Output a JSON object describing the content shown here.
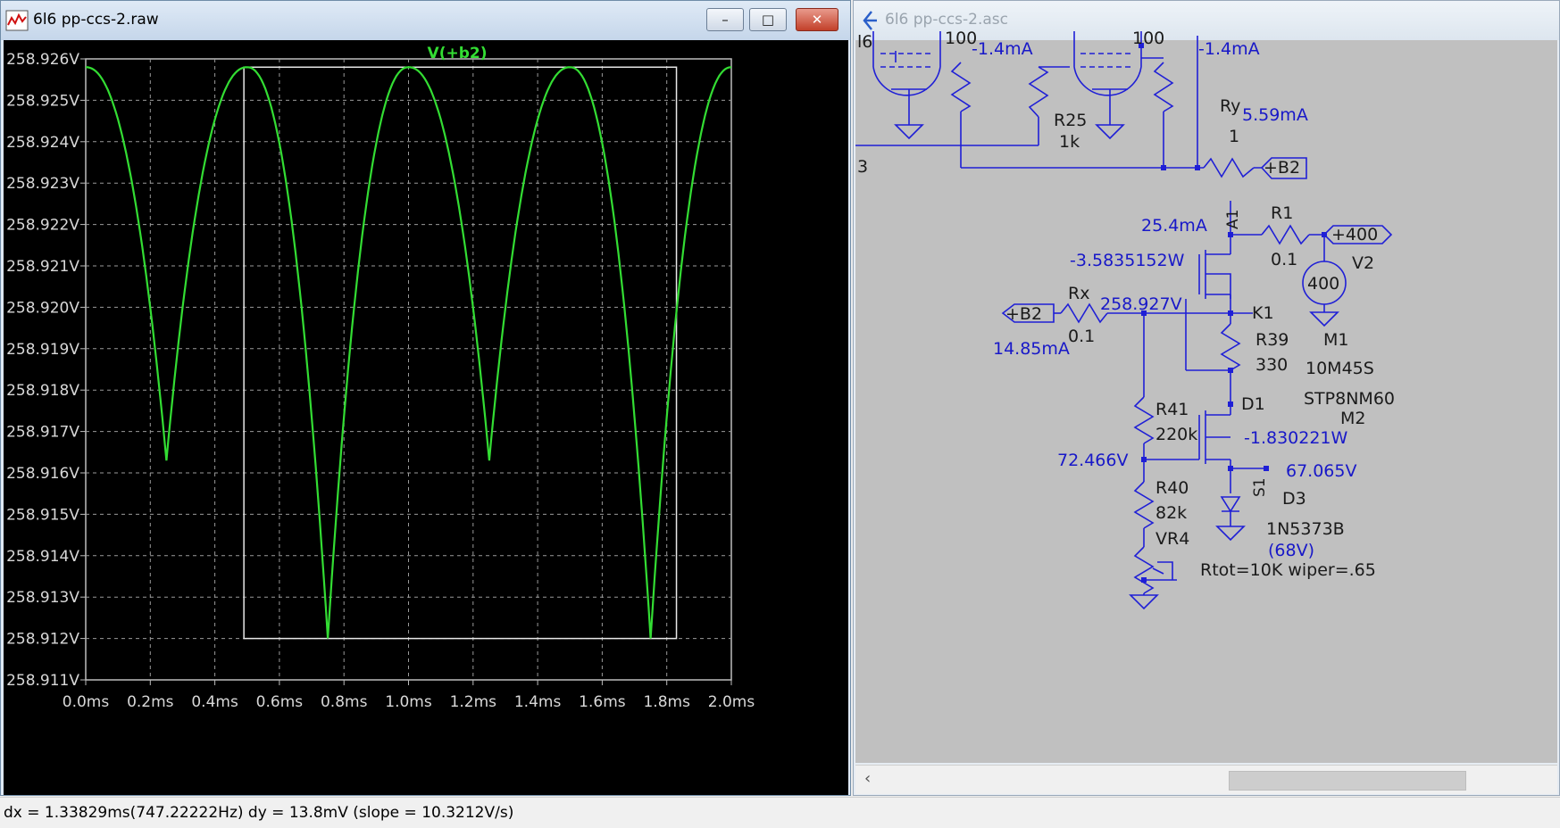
{
  "plot_window": {
    "title": "6l6 pp-ccs-2.raw",
    "buttons": {
      "minimize": "–",
      "maximize": "□",
      "close": "✕"
    }
  },
  "schematic_window": {
    "title": "6l6 pp-ccs-2.asc"
  },
  "status_bar": {
    "text": "dx = 1.33829ms(747.22222Hz)    dy = 13.8mV    (slope = 10.3212V/s)"
  },
  "colors": {
    "trace": "#33dd33",
    "plot_bg": "#000000",
    "schematic_bg": "#c0c0c0",
    "schematic_ink": "#0000cc",
    "wire": "#1f1fd6"
  },
  "chart_data": {
    "type": "line",
    "title": "V(+b2)",
    "xlabel": "",
    "ylabel": "",
    "xlim": [
      0,
      2.0
    ],
    "ylim": [
      258.911,
      258.926
    ],
    "grid": true,
    "x_ticks": [
      "0.0ms",
      "0.2ms",
      "0.4ms",
      "0.6ms",
      "0.8ms",
      "1.0ms",
      "1.2ms",
      "1.4ms",
      "1.6ms",
      "1.8ms",
      "2.0ms"
    ],
    "y_ticks": [
      "258.926V",
      "258.925V",
      "258.924V",
      "258.923V",
      "258.922V",
      "258.921V",
      "258.920V",
      "258.919V",
      "258.918V",
      "258.917V",
      "258.916V",
      "258.915V",
      "258.914V",
      "258.913V",
      "258.912V",
      "258.911V"
    ],
    "series": [
      {
        "name": "V(+b2)",
        "peaks": [
          [
            0.0,
            258.9258
          ],
          [
            0.5,
            258.9258
          ],
          [
            1.0,
            258.9258
          ],
          [
            1.5,
            258.9258
          ],
          [
            2.0,
            258.9258
          ]
        ],
        "troughs": [
          [
            0.25,
            258.9163
          ],
          [
            0.75,
            258.912
          ],
          [
            1.25,
            258.9163
          ],
          [
            1.75,
            258.912
          ]
        ]
      }
    ],
    "cursor_box": {
      "x1_ms": 0.49,
      "x2_ms": 1.83,
      "y_high": 258.9258,
      "y_low": 258.912
    }
  },
  "schematic": {
    "labels": {
      "ra_val_left": "100",
      "ra_val_right": "100",
      "i_left": "-1.4mA",
      "i_right": "-1.4mA",
      "r25_name": "R25",
      "r25_val": "1k",
      "ry_name": "Ry",
      "ry_val": "1",
      "ry_current": "5.59mA",
      "net3": "3",
      "partial_l6": "l6",
      "b2_port_top": "+B2",
      "a1": "A1",
      "r1_name": "R1",
      "r1_val": "0.1",
      "m1_current": "25.4mA",
      "port400": "+400",
      "v2_name": "V2",
      "v2_val": "400",
      "m1_power": "-3.5835152W",
      "rx_name": "Rx",
      "rx_val": "0.1",
      "node_b2_voltage": "258.927V",
      "b2_port_left": "+B2",
      "rx_current": "14.85mA",
      "k1": "K1",
      "r39_name": "R39",
      "r39_val": "330",
      "m1_name": "M1",
      "m1_part": "10M45S",
      "m2_part": "STP8NM60",
      "m2_name": "M2",
      "d1": "D1",
      "r41_name": "R41",
      "r41_val": "220k",
      "m2_power": "-1.830221W",
      "node_gate_voltage": "72.466V",
      "node_source_voltage": "67.065V",
      "s1": "S1",
      "d3_name": "D3",
      "r40_name": "R40",
      "r40_val": "82k",
      "d3_part": "1N5373B",
      "d3_note": "(68V)",
      "vr4_name": "VR4",
      "vr4_note": "Rtot=10K wiper=.65"
    }
  }
}
